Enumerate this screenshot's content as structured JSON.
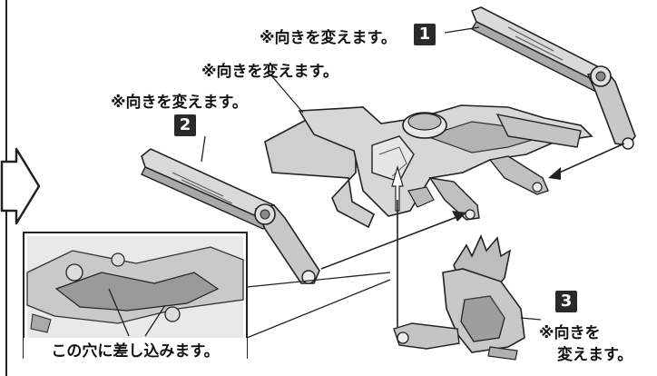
{
  "callouts": {
    "part1_note": "※向きを変えます。",
    "part1_number": "1",
    "body_note": "※向きを変えます。",
    "part2_note": "※向きを変えます。",
    "part2_number": "2",
    "part3_number": "3",
    "part3_note_line1": "※向きを",
    "part3_note_line2": "変えます。"
  },
  "inset": {
    "caption": "この穴に差し込みます。"
  }
}
